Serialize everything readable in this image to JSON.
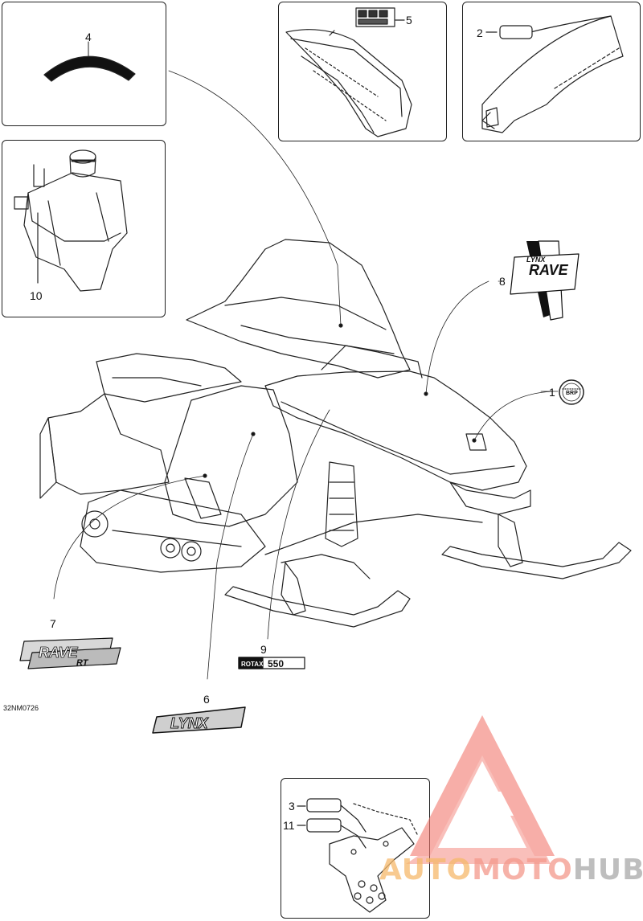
{
  "drawing_code": "32NM0726",
  "callouts": {
    "c1": "1",
    "c2": "2",
    "c3": "3",
    "c4": "4",
    "c5": "5",
    "c6": "6",
    "c7": "7",
    "c8": "8",
    "c9": "9",
    "c10": "10",
    "c11": "11"
  },
  "decals": {
    "lynx": "LYNX",
    "rave": "RAVE",
    "rave_small": "RAVE",
    "rave_sub": "RT",
    "lynx_small": "LYNX",
    "rotax_brand": "ROTAX",
    "rotax_model": "550",
    "brp": "BRP"
  },
  "watermark": {
    "part1": "AUTO",
    "part2": "MOTO",
    "part3": "HUB",
    "colors": {
      "auto": "#f6b96b",
      "moto": "#f4998c",
      "hub": "#a9a9a9",
      "logo": "#f27a6f"
    }
  }
}
